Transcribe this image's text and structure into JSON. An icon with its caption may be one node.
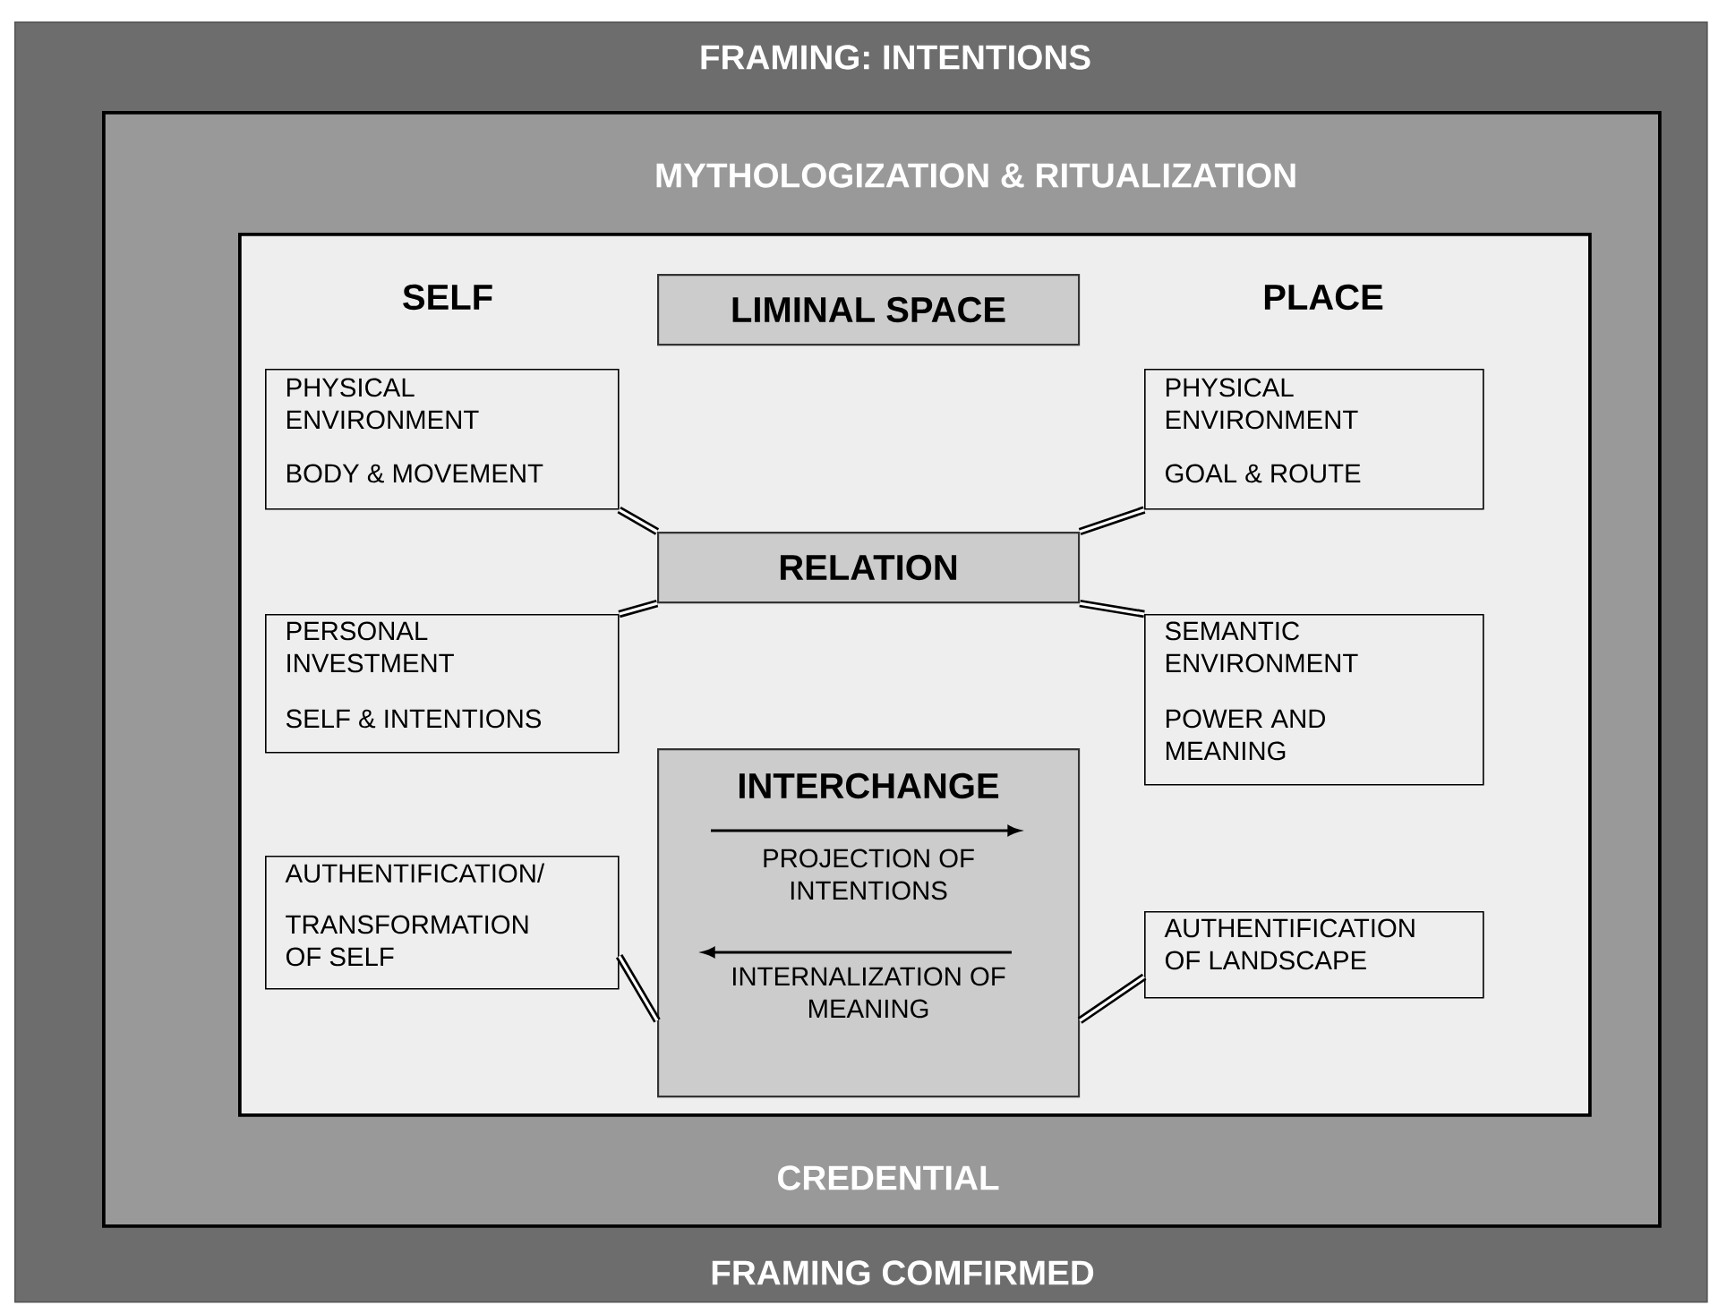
{
  "diagram": {
    "nodes": [
      {
        "text": [
          "FRAMING: INTENTIONS",
          "FRAMING COMFIRMED"
        ]
      },
      {
        "text": [
          "MYTHOLOGIZATION & RITUALIZATION",
          "CREDENTIAL"
        ],
        "in": 0
      },
      {
        "text": [
          "SELF",
          "PLACE"
        ],
        "in": 1
      },
      {
        "text": [
          "LIMINAL SPACE"
        ],
        "in": 2
      },
      {
        "text": [
          "PHYSICAL ENVIRONMENT",
          "BODY & MOVEMENT"
        ],
        "in": 2
      },
      {
        "text": [
          "PHYSICAL ENVIRONMENT",
          "GOAL & ROUTE"
        ],
        "in": 2
      },
      {
        "text": [
          "RELATION"
        ],
        "in": 2
      },
      {
        "text": [
          "PERSONAL INVESTMENT",
          "SELF & INTENTIONS"
        ],
        "in": 2
      },
      {
        "text": [
          "SEMANTIC ENVIRONMENT",
          "POWER AND MEANING"
        ],
        "in": 2
      },
      {
        "text": [
          "INTERCHANGE",
          "PROJECTION OF INTENTIONS",
          "INTERNALIZATION OF MEANING"
        ],
        "in": 2
      },
      {
        "text": [
          "AUTHENTIFICATION/",
          "TRANSFORMATION OF SELF"
        ],
        "in": 2
      },
      {
        "text": [
          "AUTHENTIFICATION OF LANDSCAPE"
        ],
        "in": 2
      }
    ],
    "edges": [
      {
        "from": 4,
        "to": 6,
        "arrow": "none"
      },
      {
        "from": 5,
        "to": 6,
        "arrow": "none"
      },
      {
        "from": 7,
        "to": 6,
        "arrow": "none"
      },
      {
        "from": 8,
        "to": 6,
        "arrow": "none"
      },
      {
        "from": 10,
        "to": 9,
        "arrow": "none"
      },
      {
        "from": 11,
        "to": 9,
        "arrow": "none"
      }
    ]
  }
}
